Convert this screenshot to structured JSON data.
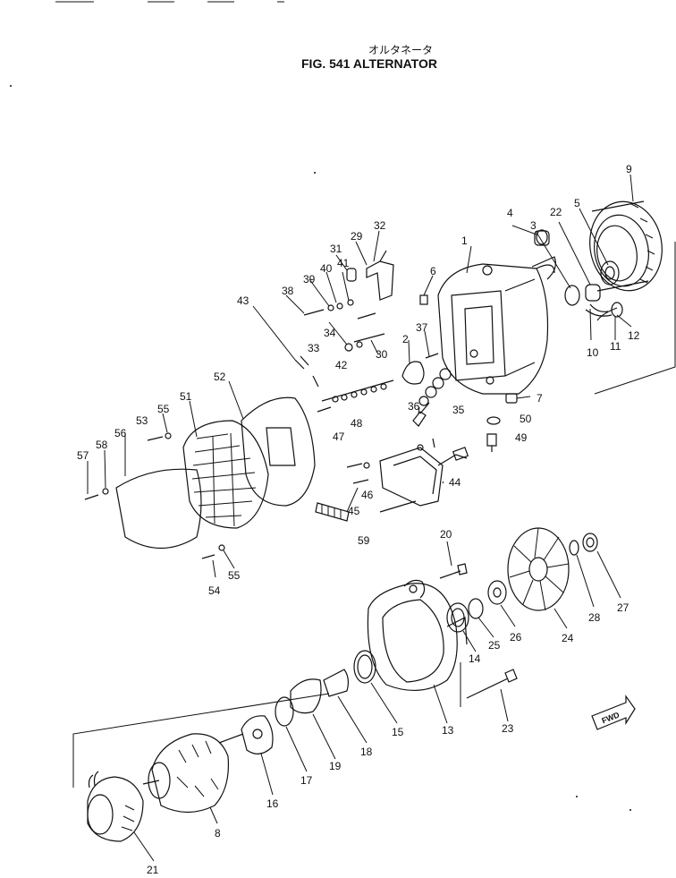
{
  "header": {
    "title_jp": "オルタネータ",
    "title": "FIG. 541  ALTERNATOR"
  },
  "direction_label": "FWD",
  "part_labels": [
    "1",
    "2",
    "3",
    "4",
    "5",
    "6",
    "7",
    "8",
    "9",
    "10",
    "11",
    "12",
    "13",
    "14",
    "15",
    "16",
    "17",
    "18",
    "19",
    "20",
    "21",
    "22",
    "23",
    "24",
    "25",
    "26",
    "27",
    "28",
    "29",
    "30",
    "31",
    "32",
    "33",
    "34",
    "35",
    "36",
    "37",
    "38",
    "39",
    "40",
    "41",
    "42",
    "43",
    "44",
    "45",
    "46",
    "47",
    "48",
    "49",
    "50",
    "51",
    "52",
    "53",
    "54",
    "55",
    "55",
    "56",
    "57",
    "58",
    "59"
  ]
}
